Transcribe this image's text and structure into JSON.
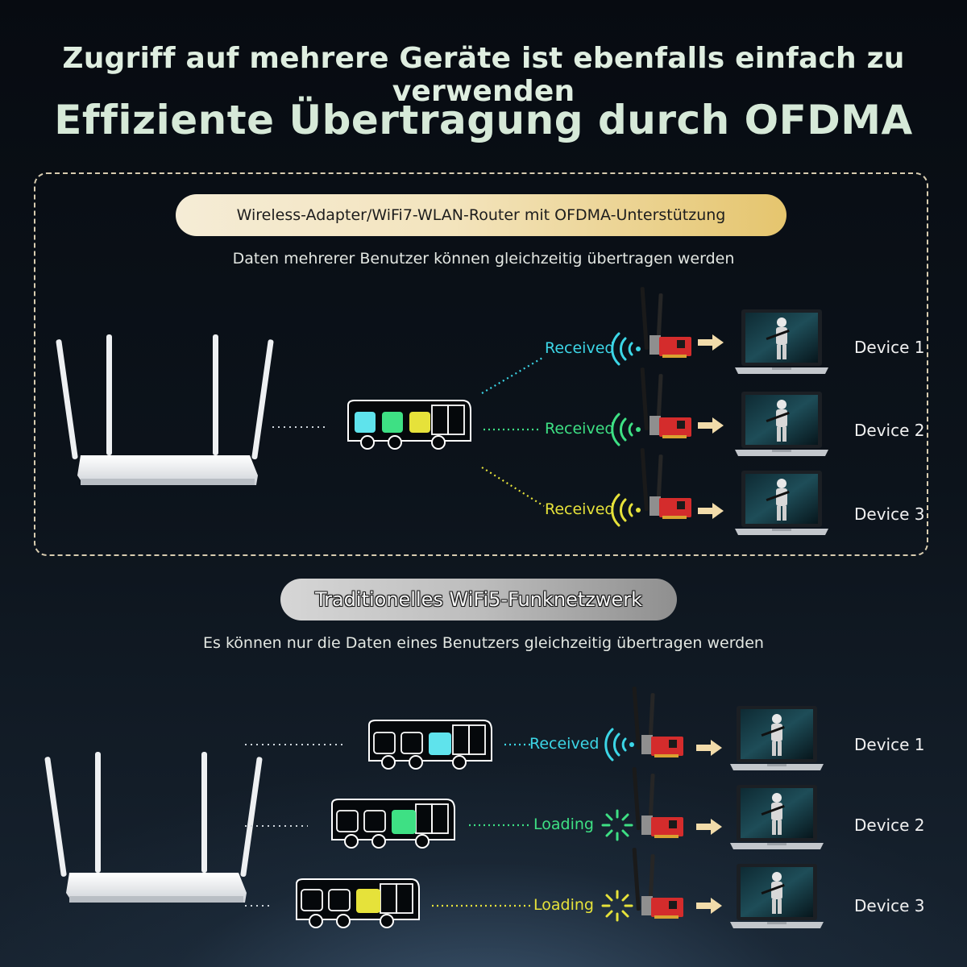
{
  "headline": "Zugriff auf mehrere Geräte ist ebenfalls einfach zu verwenden",
  "subheadline": "Effiziente Übertragung durch OFDMA",
  "ofdma": {
    "pill_label": "Wireless-Adapter/WiFi7-WLAN-Router mit OFDMA-Unterstützung",
    "description": "Daten mehrerer Benutzer können gleichzeitig übertragen werden",
    "rows": [
      {
        "status": "Received",
        "device": "Device 1",
        "color": "#3cd6e6"
      },
      {
        "status": "Received",
        "device": "Device 2",
        "color": "#3ee084"
      },
      {
        "status": "Received",
        "device": "Device 3",
        "color": "#e6e23a"
      }
    ]
  },
  "wifi5": {
    "pill_label": "Traditionelles WiFi5-Funknetzwerk",
    "description": "Es können nur die Daten eines Benutzers gleichzeitig übertragen werden",
    "rows": [
      {
        "status": "Received",
        "device": "Device 1",
        "color": "#3cd6e6"
      },
      {
        "status": "Loading",
        "device": "Device 2",
        "color": "#3ee084"
      },
      {
        "status": "Loading",
        "device": "Device 3",
        "color": "#e6e23a"
      }
    ]
  },
  "colors": {
    "cyan": "#3cd6e6",
    "green": "#3ee084",
    "yellow": "#e6e23a",
    "gold": "#e5c56e",
    "arrow": "#f2dcaa",
    "adapter_red": "#d42c2c"
  },
  "icons": [
    "router-icon",
    "bus-icon",
    "wifi-signal-icon",
    "loading-spinner-icon",
    "wifi-adapter-icon",
    "arrow-right-icon",
    "laptop-icon"
  ]
}
